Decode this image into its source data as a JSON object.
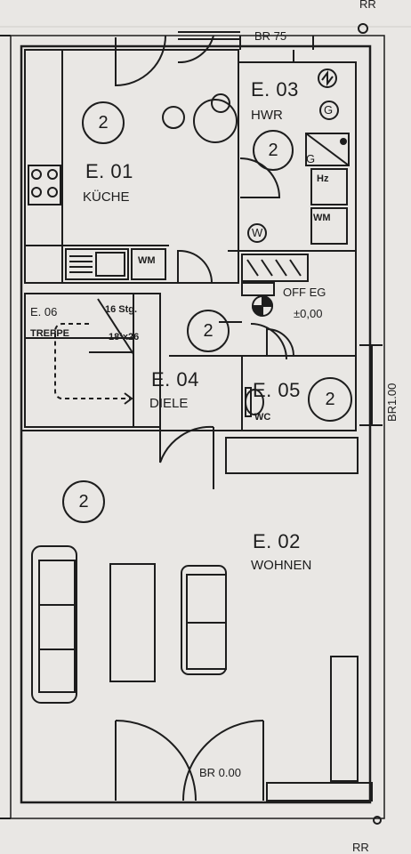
{
  "drawing": {
    "top_corner_mark": "RR",
    "bottom_corner_mark": "RR",
    "window_top": "BR 75",
    "window_right": "BR1.00",
    "door_bottom": "BR 0.00"
  },
  "rooms": [
    {
      "code": "E. 01",
      "name": "KÜCHE",
      "zone": "2"
    },
    {
      "code": "E. 03",
      "name": "HWR",
      "zone": "2"
    },
    {
      "code": "E. 06",
      "name": "TREPPE"
    },
    {
      "code": "E. 04",
      "name": "DIELE",
      "zone": "2"
    },
    {
      "code": "E. 05",
      "name": "WC",
      "zone": "2"
    },
    {
      "code": "E. 02",
      "name": "WOHNEN",
      "zone": "2"
    }
  ],
  "stair": {
    "steps": "16 Stg.",
    "rise_run": "18¹x26"
  },
  "level": {
    "label": "OFF EG",
    "value": "±0,00"
  },
  "fixtures": {
    "wm_kitchen": "WM",
    "wm_hwr": "WM",
    "heater": "Hz",
    "gas_box": "G",
    "gas_meter": "G",
    "wc_symbol": "W"
  },
  "colors": {
    "paper": "#e9e7e4",
    "ink": "#1d1d1d"
  }
}
